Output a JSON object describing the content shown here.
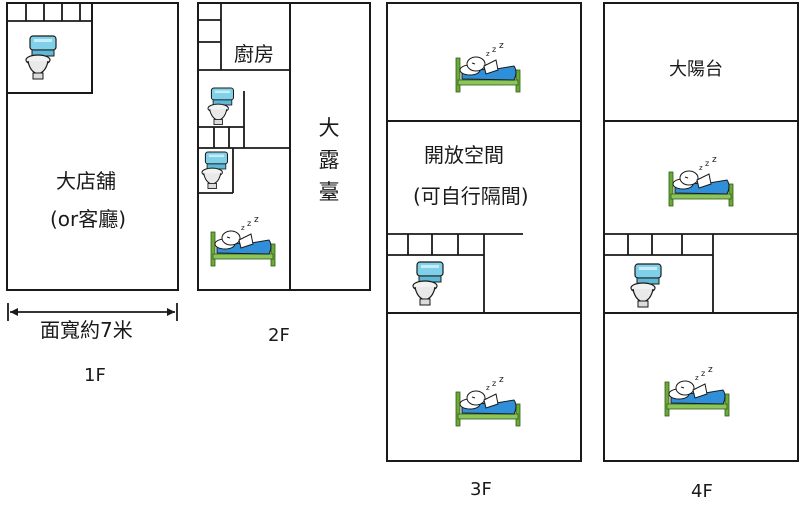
{
  "floors": [
    {
      "name": "1F",
      "rooms": {
        "main": "大店舖",
        "main_alt": "(or客廳)"
      },
      "frontage": "面寬約7米"
    },
    {
      "name": "2F",
      "rooms": {
        "kitchen": "廚房",
        "terrace": [
          "大",
          "露",
          "臺"
        ]
      }
    },
    {
      "name": "3F",
      "rooms": {
        "open_space": "開放空間",
        "open_space_note": "(可自行隔間)"
      }
    },
    {
      "name": "4F",
      "rooms": {
        "balcony": "大陽台"
      }
    }
  ],
  "icons": {
    "toilet": "toilet-icon",
    "bed": "sleeping-bed-icon",
    "stairs": "stairs-icon"
  },
  "colors": {
    "wall": "#1a1a1a",
    "toilet": "#7fd0e8",
    "blanket": "#2f8fd8",
    "bed_frame": "#6ca83a"
  }
}
